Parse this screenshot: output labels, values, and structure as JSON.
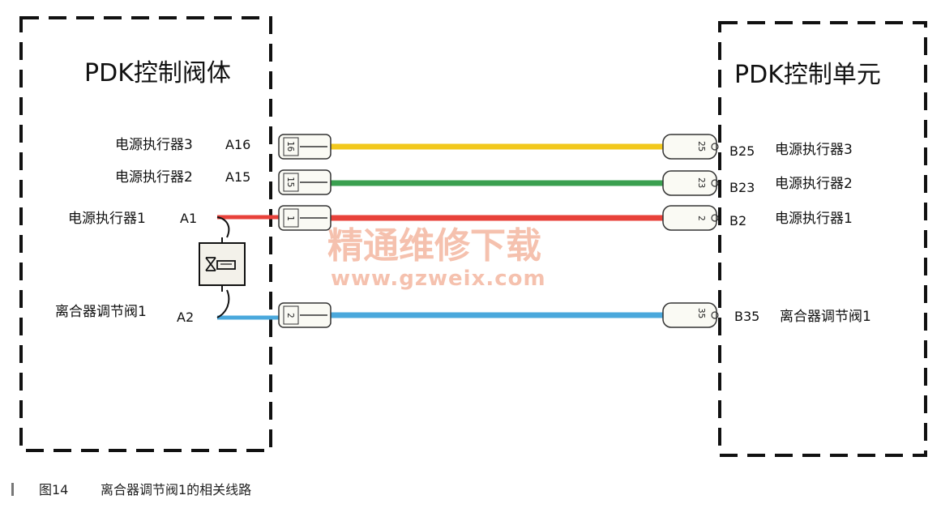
{
  "left_box": {
    "title": "PDK控制阀体"
  },
  "right_box": {
    "title": "PDK控制单元"
  },
  "left_pins": [
    {
      "label": "电源执行器3",
      "code": "A16"
    },
    {
      "label": "电源执行器2",
      "code": "A15"
    },
    {
      "label": "电源执行器1",
      "code": "A1"
    },
    {
      "label": "离合器调节阀1",
      "code": "A2"
    }
  ],
  "right_pins": [
    {
      "code": "B25",
      "label": "电源执行器3"
    },
    {
      "code": "B23",
      "label": "电源执行器2"
    },
    {
      "code": "B2",
      "label": "电源执行器1"
    },
    {
      "code": "B35",
      "label": "离合器调节阀1"
    }
  ],
  "left_connector_numbers": [
    "16",
    "15",
    "1",
    "2"
  ],
  "right_connector_numbers": [
    "25",
    "23",
    "2",
    "35"
  ],
  "wire_colors": [
    "#f2c81c",
    "#3aa050",
    "#e8413a",
    "#4aa8dc"
  ],
  "watermark": {
    "text": "精通维修下载",
    "url": "www.gzweix.com"
  },
  "caption": {
    "figure": "图14",
    "text": "离合器调节阀1的相关线路"
  }
}
